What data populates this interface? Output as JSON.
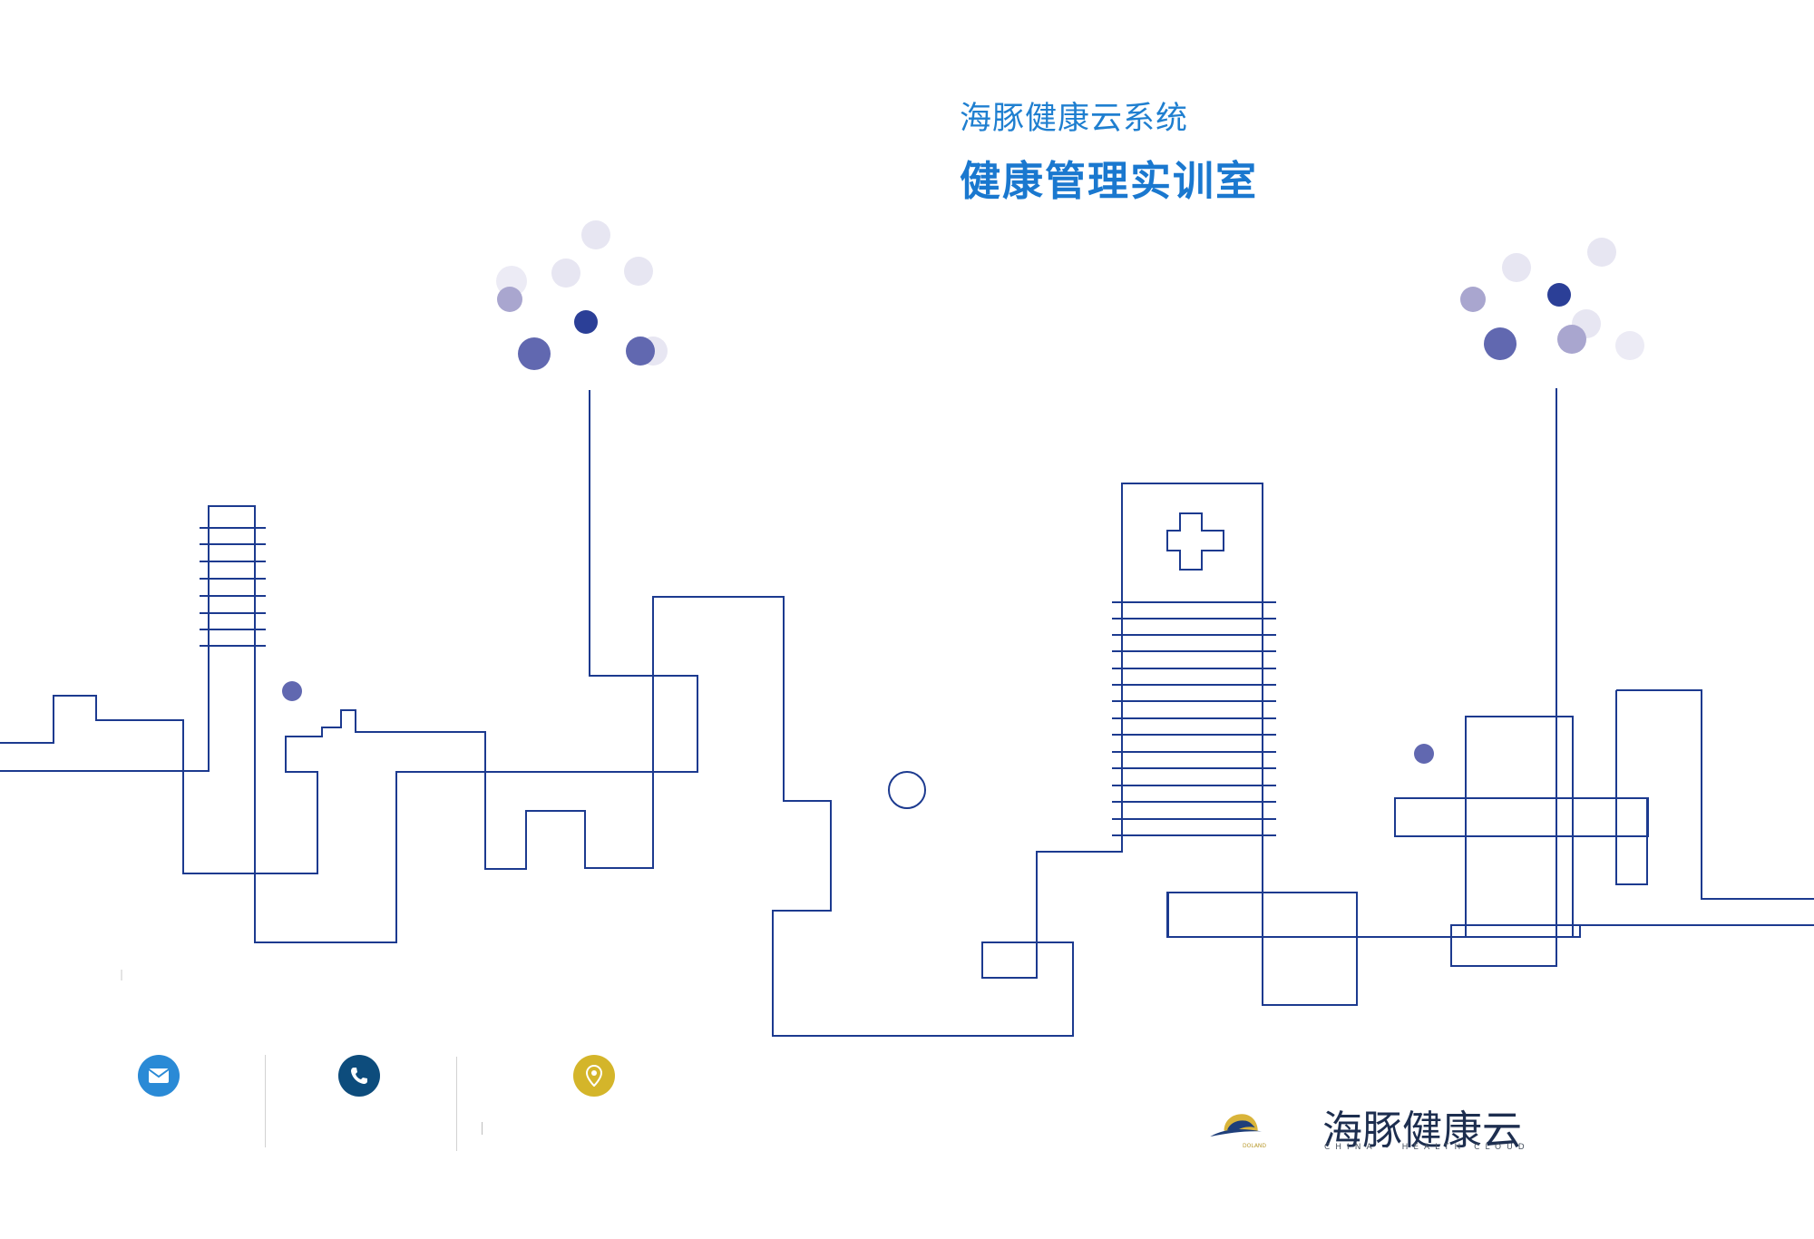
{
  "header": {
    "subtitle": "海豚健康云系统",
    "title": "健康管理实训室"
  },
  "contacts": [
    {
      "icon": "mail-icon",
      "color": "#2a8ad6"
    },
    {
      "icon": "phone-icon",
      "color": "#0d4c7c"
    },
    {
      "icon": "location-pin-icon",
      "color": "#d4b52a"
    }
  ],
  "brand": {
    "name": "海豚健康云",
    "tagline": "CHINA - HEALTH CLOUD",
    "mini": "DOLAND"
  },
  "colors": {
    "line": "#1c3a8f",
    "title": "#1a78cf",
    "dot_dark": "#2b3f97",
    "dot_mid": "#6168b0",
    "dot_light": "#a9a6cf",
    "dot_pale": "#e7e6f2"
  }
}
